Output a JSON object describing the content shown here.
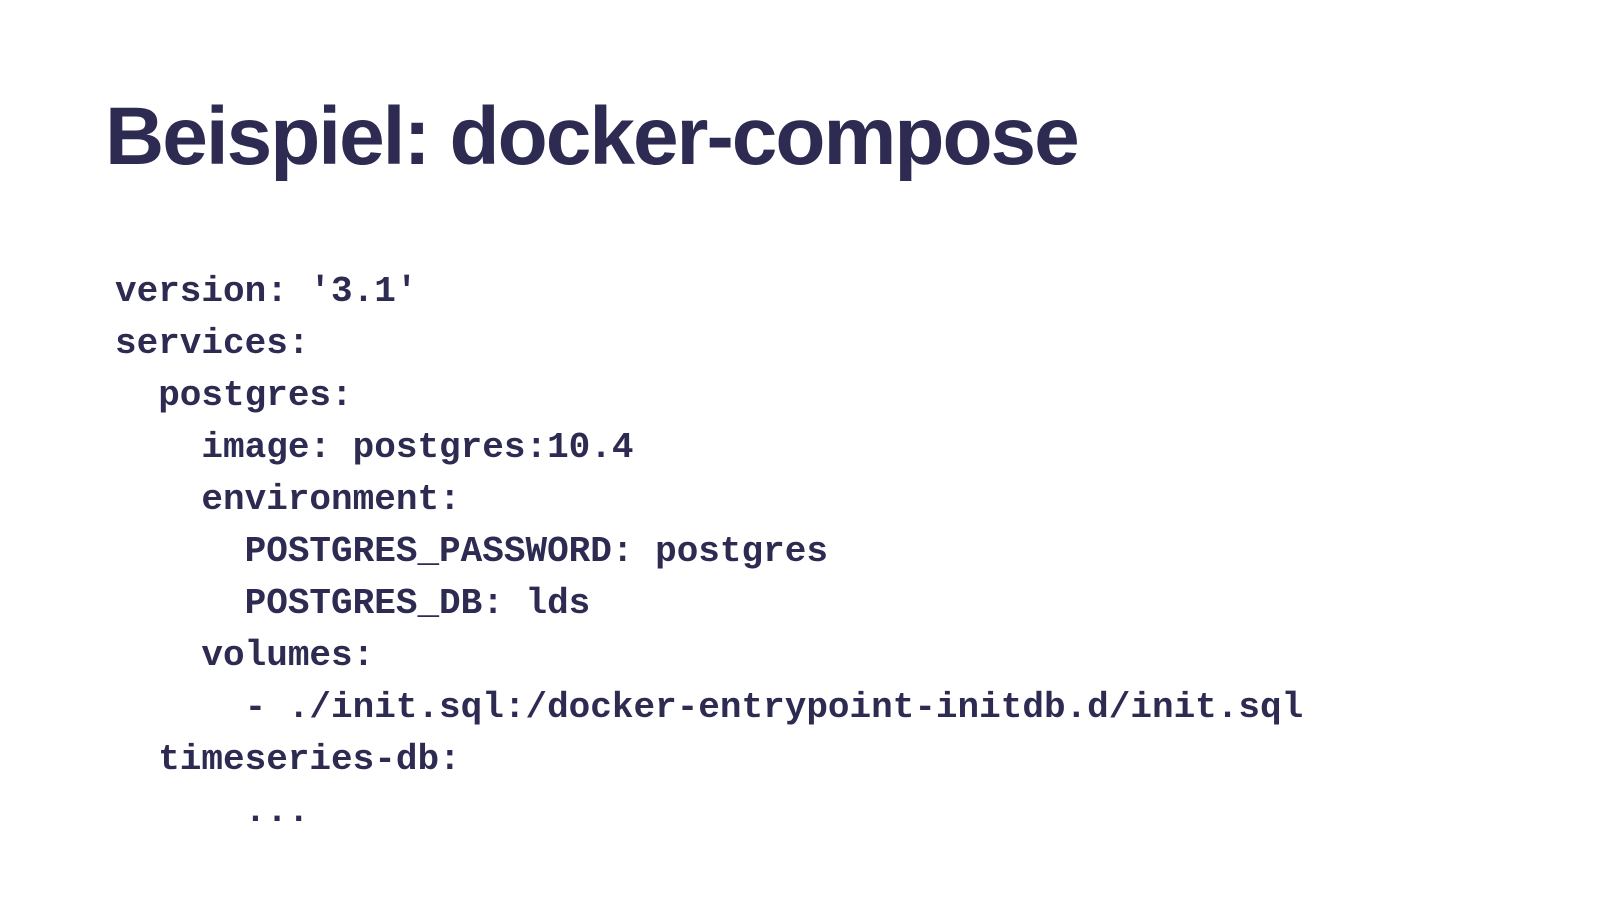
{
  "slide": {
    "title": "Beispiel: docker-compose"
  },
  "code": {
    "lines": [
      "version: '3.1'",
      "services:",
      "  postgres:",
      "    image: postgres:10.4",
      "    environment:",
      "      POSTGRES_PASSWORD: postgres",
      "      POSTGRES_DB: lds",
      "    volumes:",
      "      - ./init.sql:/docker-entrypoint-initdb.d/init.sql",
      "  timeseries-db:",
      "      ..."
    ]
  },
  "colors": {
    "ink": "#2d2b52",
    "background": "#ffffff"
  }
}
